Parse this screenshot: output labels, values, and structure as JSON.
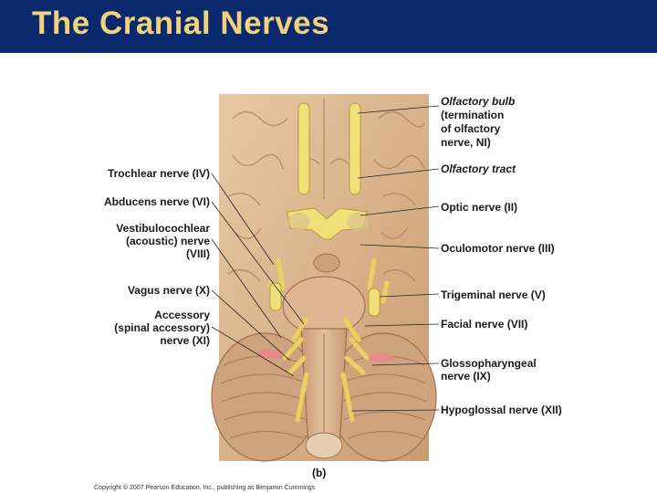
{
  "header": {
    "title": "The Cranial Nerves"
  },
  "labels_left": {
    "trochlear": "Trochlear nerve (IV)",
    "abducens": "Abducens nerve (VI)",
    "vestibulo_1": "Vestibulocochlear",
    "vestibulo_2": "(acoustic) nerve",
    "vestibulo_3": "(VIII)",
    "vagus": "Vagus nerve (X)",
    "accessory_1": "Accessory",
    "accessory_2": "(spinal accessory)",
    "accessory_3": "nerve (XI)"
  },
  "labels_right": {
    "olf_bulb_1": "Olfactory bulb",
    "olf_bulb_2": "(termination",
    "olf_bulb_3": "of olfactory",
    "olf_bulb_4": "nerve, NI)",
    "olf_tract": "Olfactory tract",
    "optic": "Optic nerve (II)",
    "oculomotor": "Oculomotor nerve (III)",
    "trigeminal": "Trigeminal nerve (V)",
    "facial": "Facial nerve (VII)",
    "glosso_1": "Glossopharyngeal",
    "glosso_2": "nerve (IX)",
    "hypoglossal": "Hypoglossal nerve (XII)"
  },
  "figure_label": "(b)",
  "copyright": "Copyright © 2007 Pearson Education, Inc., publishing as Benjamin Cummings",
  "colors": {
    "title_bar": "#0b2a6e",
    "title_text": "#f2d27a",
    "brain": "#d9b48f",
    "nerve": "#f1df7a"
  }
}
